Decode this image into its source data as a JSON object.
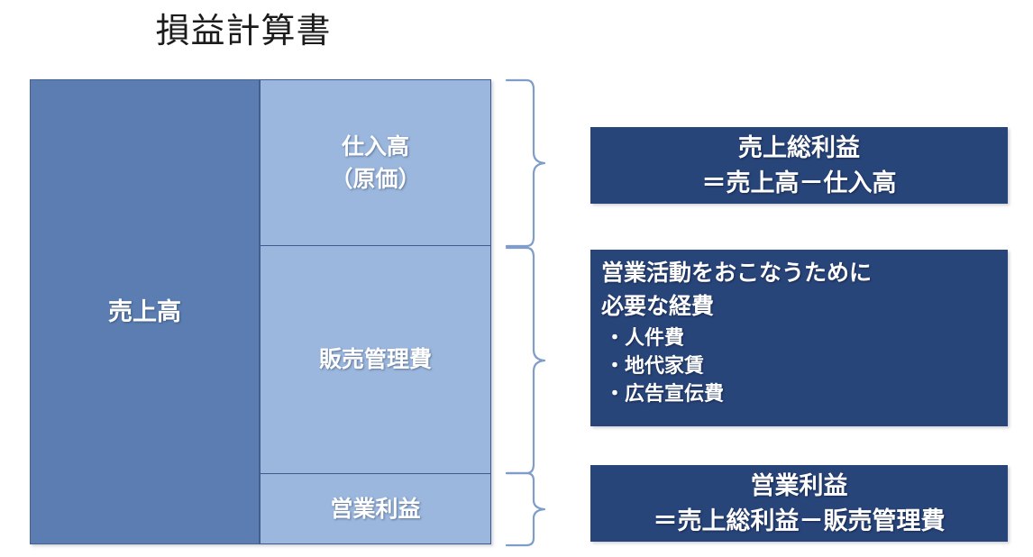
{
  "title": "損益計算書",
  "diagram": {
    "revenue": {
      "label": "売上高"
    },
    "purchases": {
      "line1": "仕入高",
      "line2": "（原価）"
    },
    "sga": {
      "label": "販売管理費"
    },
    "operating_profit": {
      "label": "営業利益"
    }
  },
  "callouts": {
    "gross_profit": {
      "line1": "売上総利益",
      "line2": "＝売上高－仕入高"
    },
    "sga_detail": {
      "heading_line1": "営業活動をおこなうために",
      "heading_line2": "必要な経費",
      "bullets": [
        "・人件費",
        "・地代家賃",
        "・広告宣伝費"
      ]
    },
    "operating_profit": {
      "line1": "営業利益",
      "line2": "＝売上総利益－販売管理費"
    }
  },
  "icons": {
    "brace_1": "curly-brace-right",
    "brace_2": "curly-brace-right",
    "brace_3": "curly-brace-right"
  },
  "colors": {
    "revenue_fill": "#5b7db1",
    "light_fill": "#9bb7de",
    "callout_fill": "#28457a",
    "brace_stroke": "#7f9dc9",
    "title_text": "#1b1b1b",
    "background": "#ffffff"
  },
  "chart_data": {
    "type": "bar",
    "title": "損益計算書",
    "categories": [
      "売上高",
      "仕入高（原価）",
      "販売管理費",
      "営業利益"
    ],
    "values": [
      100,
      36,
      49,
      15
    ],
    "xlabel": "",
    "ylabel": "",
    "notes": "Stacked proportional P/L breakdown: 売上高 (total revenue, full height) is decomposed into 仕入高（原価）, 販売管理費 and 営業利益."
  }
}
